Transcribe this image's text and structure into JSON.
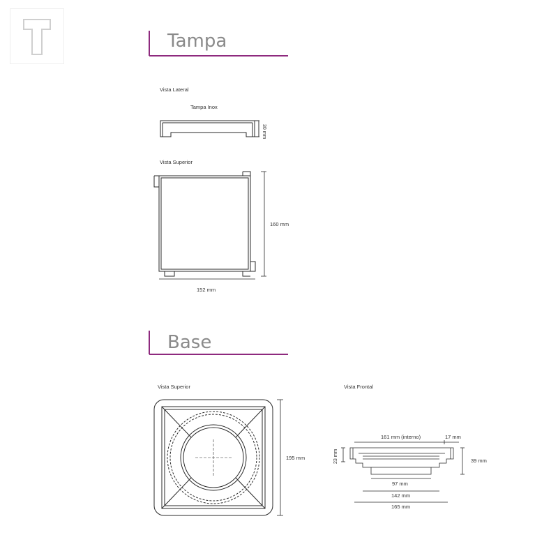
{
  "logo": {
    "icon": "letter-t-logo-icon"
  },
  "sections": {
    "tampa": {
      "title": "Tampa",
      "side_view": {
        "label": "Vista Lateral",
        "part_label": "Tampa Inox",
        "height_dim": "30 mm"
      },
      "top_view": {
        "label": "Vista Superior",
        "height_dim": "160 mm",
        "width_dim": "152 mm"
      }
    },
    "base": {
      "title": "Base",
      "top_view": {
        "label": "Vista Superior",
        "height_dim": "195 mm"
      },
      "front_view": {
        "label": "Vista Frontal",
        "dim_internal": "161 mm (interno)",
        "dim_flange": "17 mm",
        "dim_left_height": "23 mm",
        "dim_total_height": "39 mm",
        "dim_97": "97 mm",
        "dim_142": "142 mm",
        "dim_165": "165 mm"
      }
    }
  },
  "colors": {
    "accent": "#8e2a7e",
    "line": "#2a2a2a",
    "heading": "#8a8a8a"
  }
}
